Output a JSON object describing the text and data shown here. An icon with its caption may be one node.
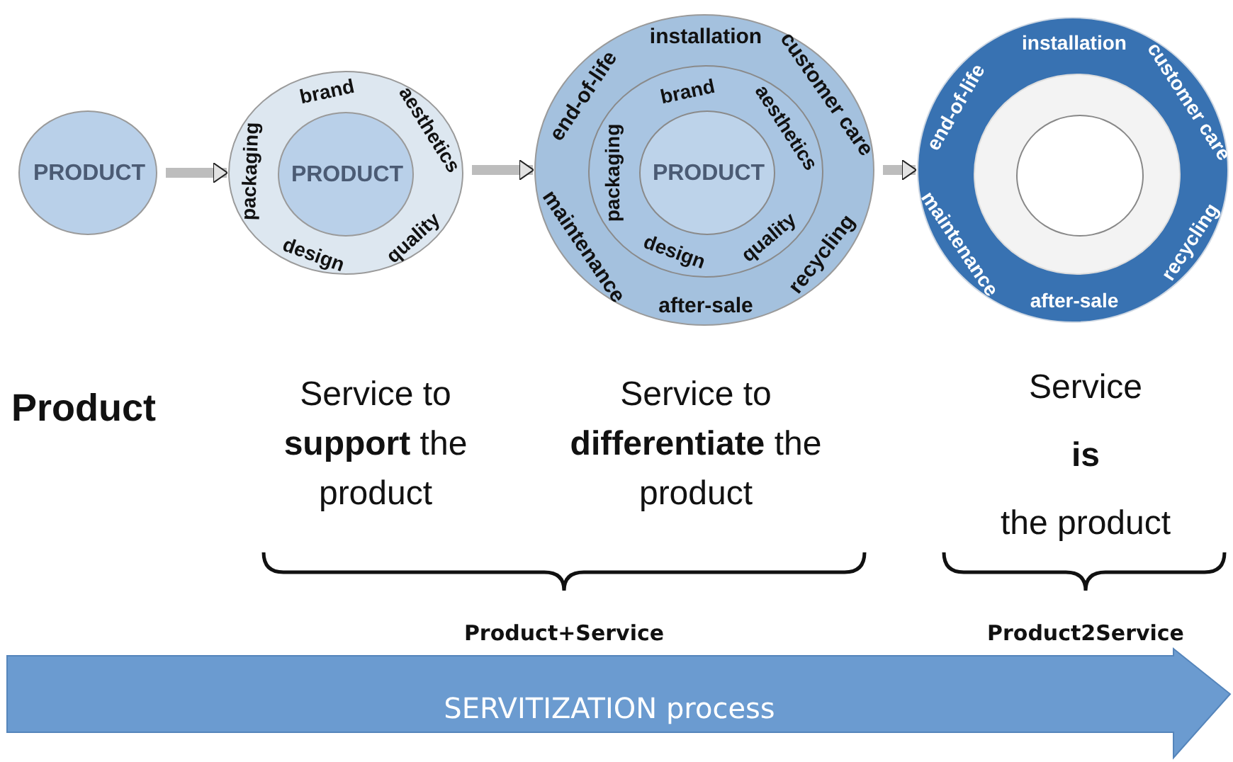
{
  "diagram": {
    "nodes": [
      {
        "text": [
          "PRODUCT"
        ]
      },
      {
        "text": [
          "brand",
          "aesthetics",
          "quality",
          "design",
          "packaging"
        ]
      },
      {
        "text": [
          "PRODUCT"
        ],
        "in": 1
      },
      {
        "text": [
          "installation",
          "customer care",
          "recycling",
          "after-sale",
          "maintenance",
          "end-of-life"
        ]
      },
      {
        "text": [
          "brand",
          "aesthetics",
          "quality",
          "design",
          "packaging"
        ],
        "in": 3
      },
      {
        "text": [
          "PRODUCT"
        ],
        "in": 4
      },
      {
        "text": [
          "installation",
          "customer care",
          "recycling",
          "after-sale",
          "maintenance",
          "end-of-life"
        ]
      },
      {
        "text": [],
        "shape": "circle",
        "in": 6
      },
      {
        "text": [],
        "shape": "circle",
        "in": 7
      }
    ],
    "edges": [
      {
        "from": 0,
        "to": 1,
        "arrow": "to"
      },
      {
        "from": 1,
        "to": 3,
        "arrow": "to"
      },
      {
        "from": 3,
        "to": 6,
        "arrow": "to"
      }
    ],
    "labels": [
      "Product",
      "Service to **support** the product",
      "Service to **differentiate** the product",
      "Service **is** the product",
      "Product+Service",
      "Product2Service",
      "SERVITIZATION process"
    ]
  }
}
